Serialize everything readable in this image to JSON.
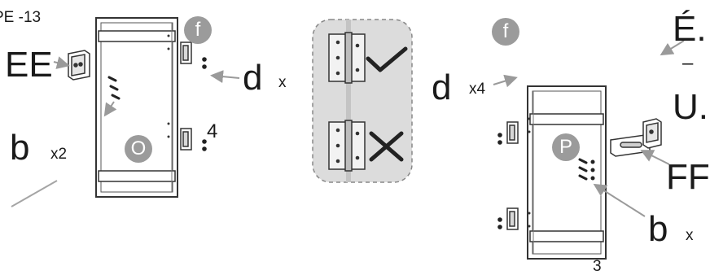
{
  "header": {
    "step_text": "PE -13"
  },
  "left_panel": {
    "part_ee": "EE",
    "part_b": "b",
    "qty_b": "x2",
    "panel_letter": "O",
    "hinge_badge": "f",
    "part_d": "d",
    "qty_d_prefix": "x",
    "qty_d_suffix": "4"
  },
  "middle_panel": {
    "correct_symbol": "check-mark-icon",
    "wrong_symbol": "cross-mark-icon"
  },
  "right_panel": {
    "hinge_badge": "f",
    "part_d": "d",
    "qty_d": "x4",
    "panel_letter": "P",
    "part_ff": "FF",
    "part_b": "b",
    "qty_b": "x",
    "corner_text": [
      "É.",
      "–",
      "U."
    ],
    "page_number": "3"
  },
  "colors": {
    "badge": "#9b9b9b",
    "line": "#333333",
    "arrow": "#9a9a9a",
    "inset_bg": "#dcdcdc"
  }
}
